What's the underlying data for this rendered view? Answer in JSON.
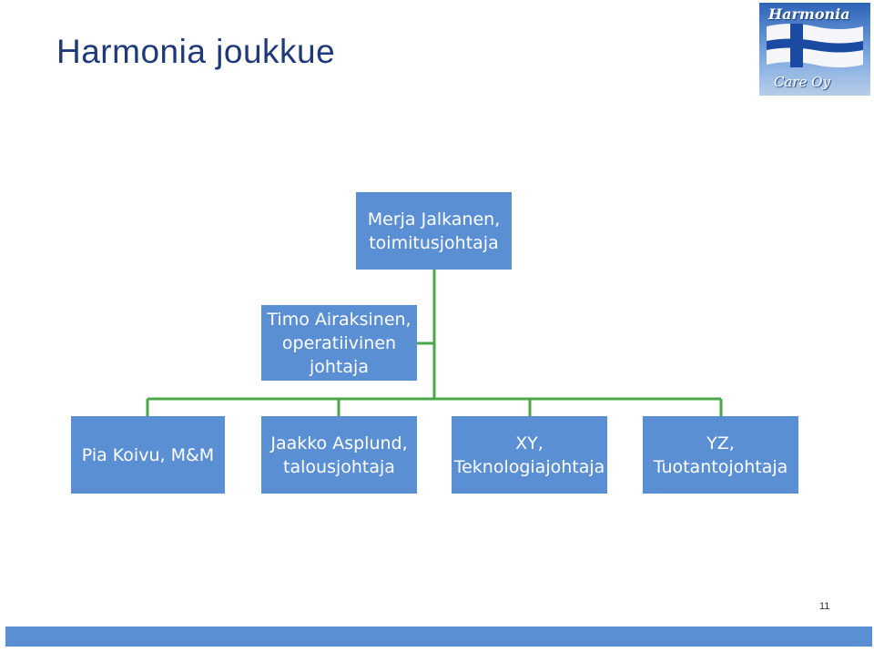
{
  "slide": {
    "title": "Harmonia joukkue",
    "page_number": "11"
  },
  "logo": {
    "name": "Harmonia",
    "sub": "Care Oy"
  },
  "org": {
    "ceo": "Merja Jalkanen,\ntoimitusjohtaja",
    "coo": "Timo Airaksinen,\noperatiivinen\njohtaja",
    "reports": [
      "Pia Koivu, M&M",
      "Jaakko Asplund,\ntalousjohtaja",
      "XY,\nTeknologiajohtaja",
      "YZ,\nTuotantojohtaja"
    ]
  },
  "colors": {
    "box": "#5b8fd4",
    "connector": "#4aa84a",
    "title": "#1f3a78"
  }
}
